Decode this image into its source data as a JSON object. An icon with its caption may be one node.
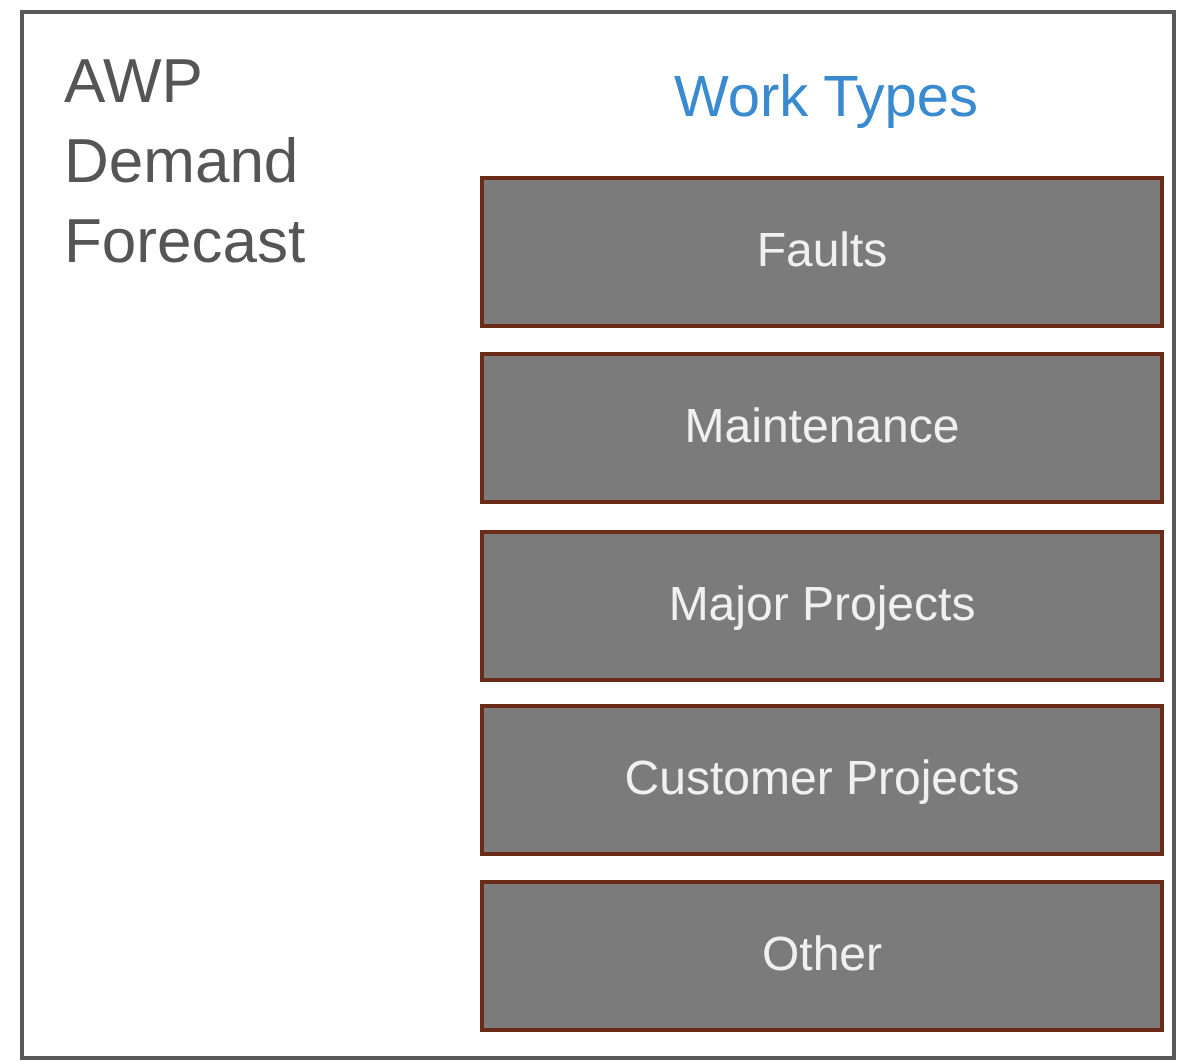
{
  "diagram": {
    "nodes": [
      {
        "text": [
          "AWP Demand Forecast",
          "Work Types"
        ]
      },
      {
        "text": [
          "Faults"
        ],
        "in": 0
      },
      {
        "text": [
          "Maintenance"
        ],
        "in": 0
      },
      {
        "text": [
          "Major Projects"
        ],
        "in": 0
      },
      {
        "text": [
          "Customer Projects"
        ],
        "in": 0
      },
      {
        "text": [
          "Other"
        ],
        "in": 0
      }
    ]
  }
}
